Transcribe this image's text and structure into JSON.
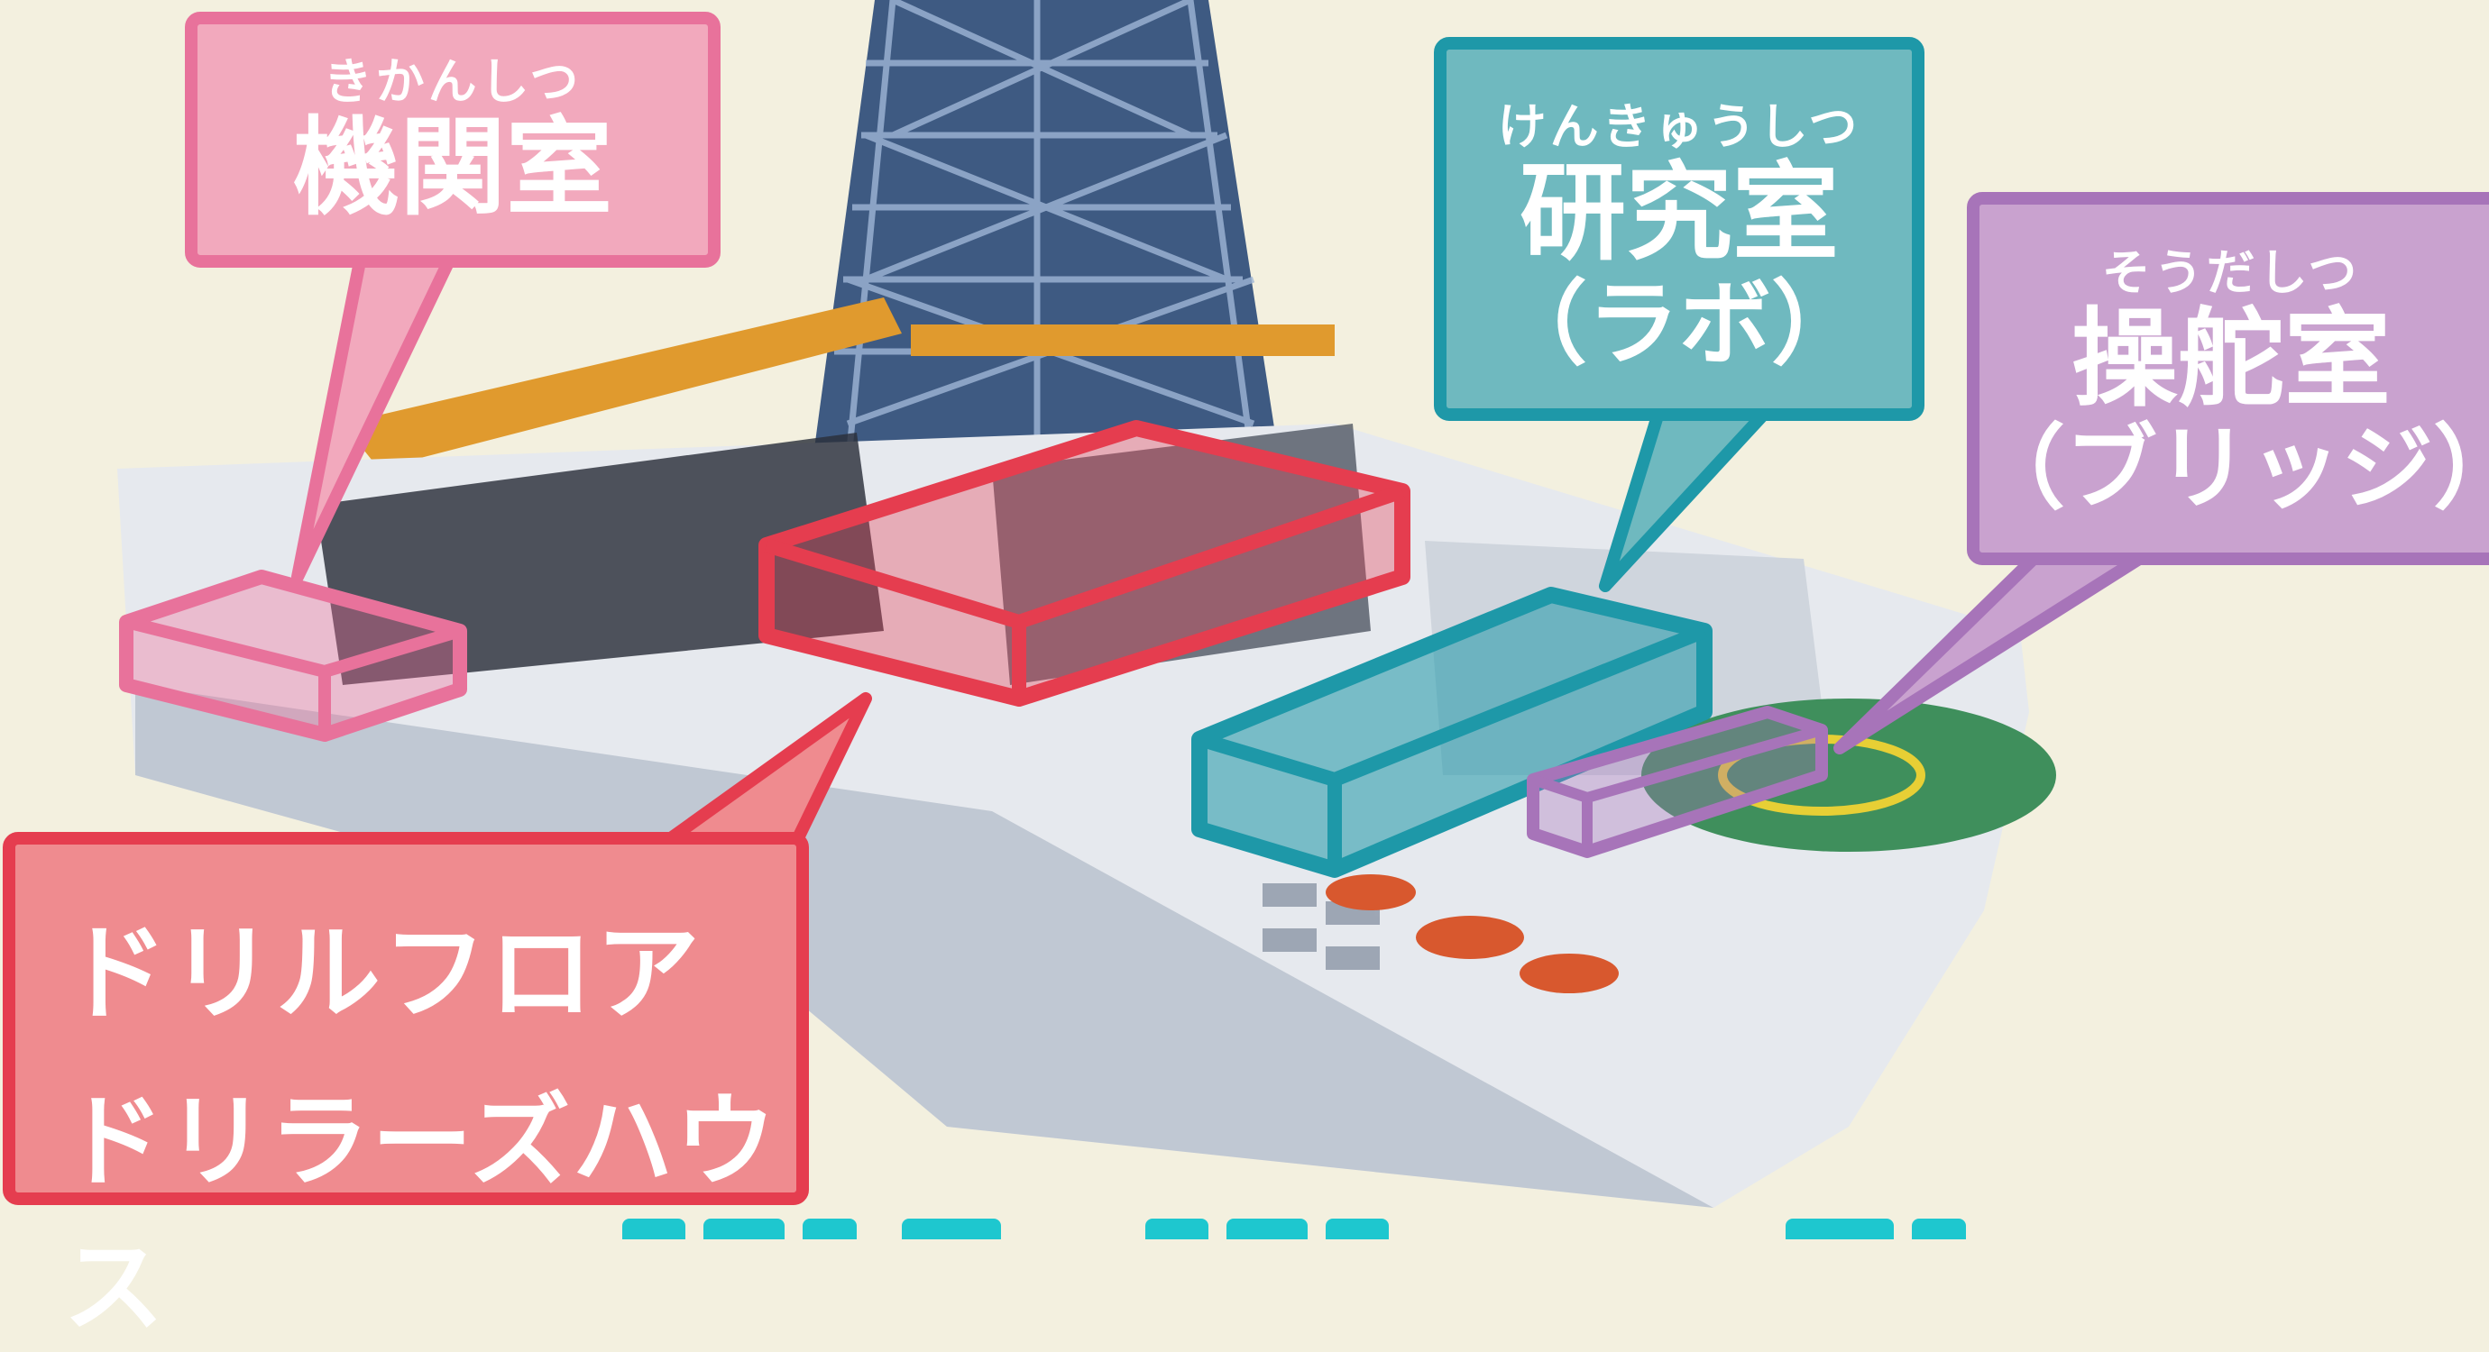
{
  "callouts": {
    "engine_room": {
      "ruby": "きかんしつ",
      "name": "機関室"
    },
    "lab": {
      "ruby": "けんきゅうしつ",
      "name": "研究室",
      "sub": "（ラボ）"
    },
    "bridge": {
      "ruby": "そうだしつ",
      "name": "操舵室",
      "sub": "（ブリッジ）"
    },
    "drill_floor": {
      "line1": "ドリルフロア",
      "line2": "ドリラーズハウス"
    }
  },
  "colors": {
    "background": "#f3f0df",
    "engine_room": "#e8729b",
    "lab": "#1e98a8",
    "bridge": "#a774b9",
    "drill_floor": "#e53d4f",
    "hull": "#e6e9ee",
    "hull_shadow": "#b6bfcc",
    "derrick": "#2f4d7a",
    "crane": "#e09a2e",
    "helideck": "#3f8f5c",
    "banner": "#1ec7cf"
  },
  "icons": [
    "drillship-illustration",
    "derrick-tower",
    "helideck",
    "lifeboats"
  ]
}
